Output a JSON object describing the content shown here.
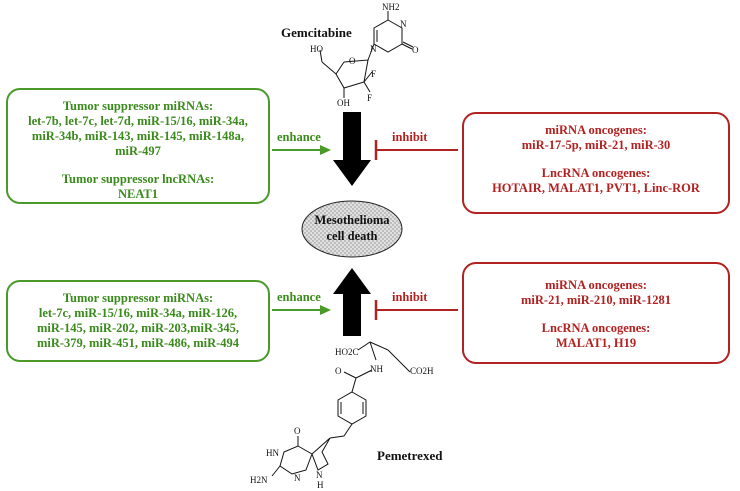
{
  "drugs": {
    "top": "Gemcitabine",
    "bottom": "Pemetrexed"
  },
  "center": {
    "line1": "Mesothelioma",
    "line2": "cell death"
  },
  "arrows": {
    "enhance_top": "enhance",
    "inhibit_top": "inhibit",
    "enhance_bottom": "enhance",
    "inhibit_bottom": "inhibit"
  },
  "boxes": {
    "top_left": {
      "title1": "Tumor suppressor miRNAs:",
      "lines1": [
        "let-7b, let-7c, let-7d, miR-15/16, miR-34a,",
        "miR-34b, miR-143, miR-145, miR-148a,",
        "miR-497"
      ],
      "title2": "Tumor suppressor lncRNAs:",
      "lines2": [
        "NEAT1"
      ]
    },
    "top_right": {
      "title1": "miRNA oncogenes:",
      "lines1": [
        "miR-17-5p, miR-21, miR-30"
      ],
      "title2": "LncRNA oncogenes:",
      "lines2": [
        "HOTAIR, MALAT1, PVT1, Linc-ROR"
      ]
    },
    "bottom_left": {
      "title1": "Tumor suppressor miRNAs:",
      "lines1": [
        "let-7c, miR-15/16, miR-34a, miR-126,",
        "miR-145, miR-202, miR-203,miR-345,",
        "miR-379, miR-451, miR-486, miR-494"
      ]
    },
    "bottom_right": {
      "title1": "miRNA oncogenes:",
      "lines1": [
        "miR-21, miR-210, miR-1281"
      ],
      "title2": "LncRNA oncogenes:",
      "lines2": [
        "MALAT1, H19"
      ]
    }
  },
  "molecules": {
    "gemcitabine": {
      "atoms": [
        "NH2",
        "N",
        "N",
        "O",
        "HO",
        "O",
        "OH",
        "F",
        "F"
      ]
    },
    "pemetrexed": {
      "atoms": [
        "HO2C",
        "NH",
        "CO2H",
        "O",
        "O",
        "HN",
        "N",
        "H2N",
        "N",
        "H"
      ]
    }
  },
  "colors": {
    "green": "#3a8a1c",
    "green_border": "#4a9a2a",
    "red": "#b22222",
    "black": "#000000",
    "ellipse_fill": "#d8d8d8"
  }
}
